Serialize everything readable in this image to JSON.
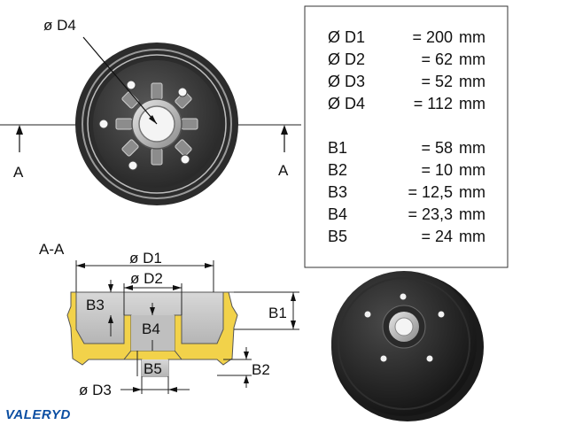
{
  "top_view": {
    "d4_label": "ø D4",
    "section_left": "A",
    "section_right": "A"
  },
  "section_view": {
    "title": "A-A",
    "d1_label": "ø D1",
    "d2_label": "ø D2",
    "d3_label": "ø D3",
    "b1_label": "B1",
    "b2_label": "B2",
    "b3_label": "B3",
    "b4_label": "B4",
    "b5_label": "B5"
  },
  "specs": {
    "rows": [
      {
        "name": "Ø D1",
        "value": "= 200",
        "unit": "mm"
      },
      {
        "name": "Ø D2",
        "value": "=   62",
        "unit": "mm"
      },
      {
        "name": "Ø D3",
        "value": "=   52",
        "unit": "mm"
      },
      {
        "name": "Ø D4",
        "value": "=  112",
        "unit": "mm"
      },
      {
        "name": "B1",
        "value": "=   58",
        "unit": "mm"
      },
      {
        "name": "B2",
        "value": "=   10",
        "unit": "mm"
      },
      {
        "name": "B3",
        "value": "= 12,5",
        "unit": "mm"
      },
      {
        "name": "B4",
        "value": "= 23,3",
        "unit": "mm"
      },
      {
        "name": "B5",
        "value": "=   24",
        "unit": "mm"
      }
    ]
  },
  "brand": {
    "logo_text": "VALERYD",
    "color": "#0b4ea2"
  },
  "colors": {
    "drum_dark": "#3b3b3b",
    "section_fill": "#f2d24a",
    "section_inner": "#c9c9c9"
  }
}
